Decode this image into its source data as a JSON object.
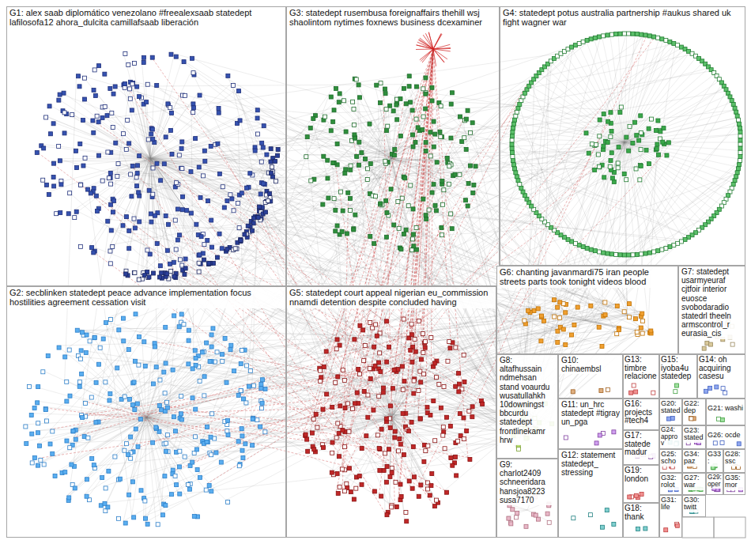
{
  "diagram": {
    "nodes": [
      {
        "text": [
          "G1: alex saab diplomático venezolano #freealexsaab statedept lafilosofa12 ahora_dulcita camillafsaab liberación"
        ]
      },
      {
        "text": [
          "G2: secblinken statedept peace advance implementation focus hostilities agreement cessation visit"
        ]
      },
      {
        "text": [
          "G3: statedept rusembusa foreignaffairs thehill wsj shaolintom nytimes foxnews business dcexaminer"
        ]
      },
      {
        "text": [
          "G4: statedept potus australia partnership #aukus shared uk fight wagner war"
        ]
      },
      {
        "text": [
          "G5: statedept court appeal nigerian eu_commission nnamdi detention despite concluded having"
        ]
      },
      {
        "text": [
          "G6: chanting javanmardi75 iran people streets parts took tonight videos blood"
        ]
      },
      {
        "text": [
          "G7: statedept usarmyeuraf cjtfoir interior euosce svobodaradio statedrl theeln armscontrol_r eurasia_cis"
        ]
      },
      {
        "text": [
          "G8: altafhussain ndmehsan stand voaurdu wusatullahkh 10downingst bbcurdu statedept frontlinekamr hrw"
        ]
      },
      {
        "text": [
          "G9: charlot2409 schneeridara hansjoa8223 susa7170"
        ]
      },
      {
        "text": [
          "G10: chinaembsl"
        ]
      },
      {
        "text": [
          "G11: un_hrc statedept #tigray un_pga"
        ]
      },
      {
        "text": [
          "G12: statement statedept_ stressing"
        ]
      },
      {
        "text": [
          "G13: timbre relacione"
        ]
      },
      {
        "text": [
          "G14: oh acquiring casesu"
        ]
      },
      {
        "text": [
          "G15: iyoba4u statedep"
        ]
      },
      {
        "text": [
          "G16: projects #tech4"
        ]
      },
      {
        "text": [
          "G17: statede madur"
        ]
      },
      {
        "text": [
          "G18: thank"
        ]
      },
      {
        "text": [
          "G19: london"
        ]
      },
      {
        "text": [
          "G20: stated"
        ]
      },
      {
        "text": [
          "G21: washi"
        ]
      },
      {
        "text": [
          "G22: dep"
        ]
      },
      {
        "text": [
          "G23: stated"
        ]
      },
      {
        "text": [
          "G24: approv"
        ]
      },
      {
        "text": [
          "G25: scho"
        ]
      },
      {
        "text": [
          "G26: ocde"
        ]
      },
      {
        "text": [
          "G27: war"
        ]
      },
      {
        "text": [
          "G28: ssc"
        ]
      },
      {
        "text": [
          "G29: oper"
        ]
      },
      {
        "text": [
          "G30: twitt"
        ]
      },
      {
        "text": [
          "G31: life"
        ]
      },
      {
        "text": [
          "G32: rolot"
        ]
      },
      {
        "text": [
          "G33:"
        ]
      },
      {
        "text": [
          "G34: paz"
        ]
      },
      {
        "text": [
          "G35: mor"
        ]
      }
    ]
  }
}
